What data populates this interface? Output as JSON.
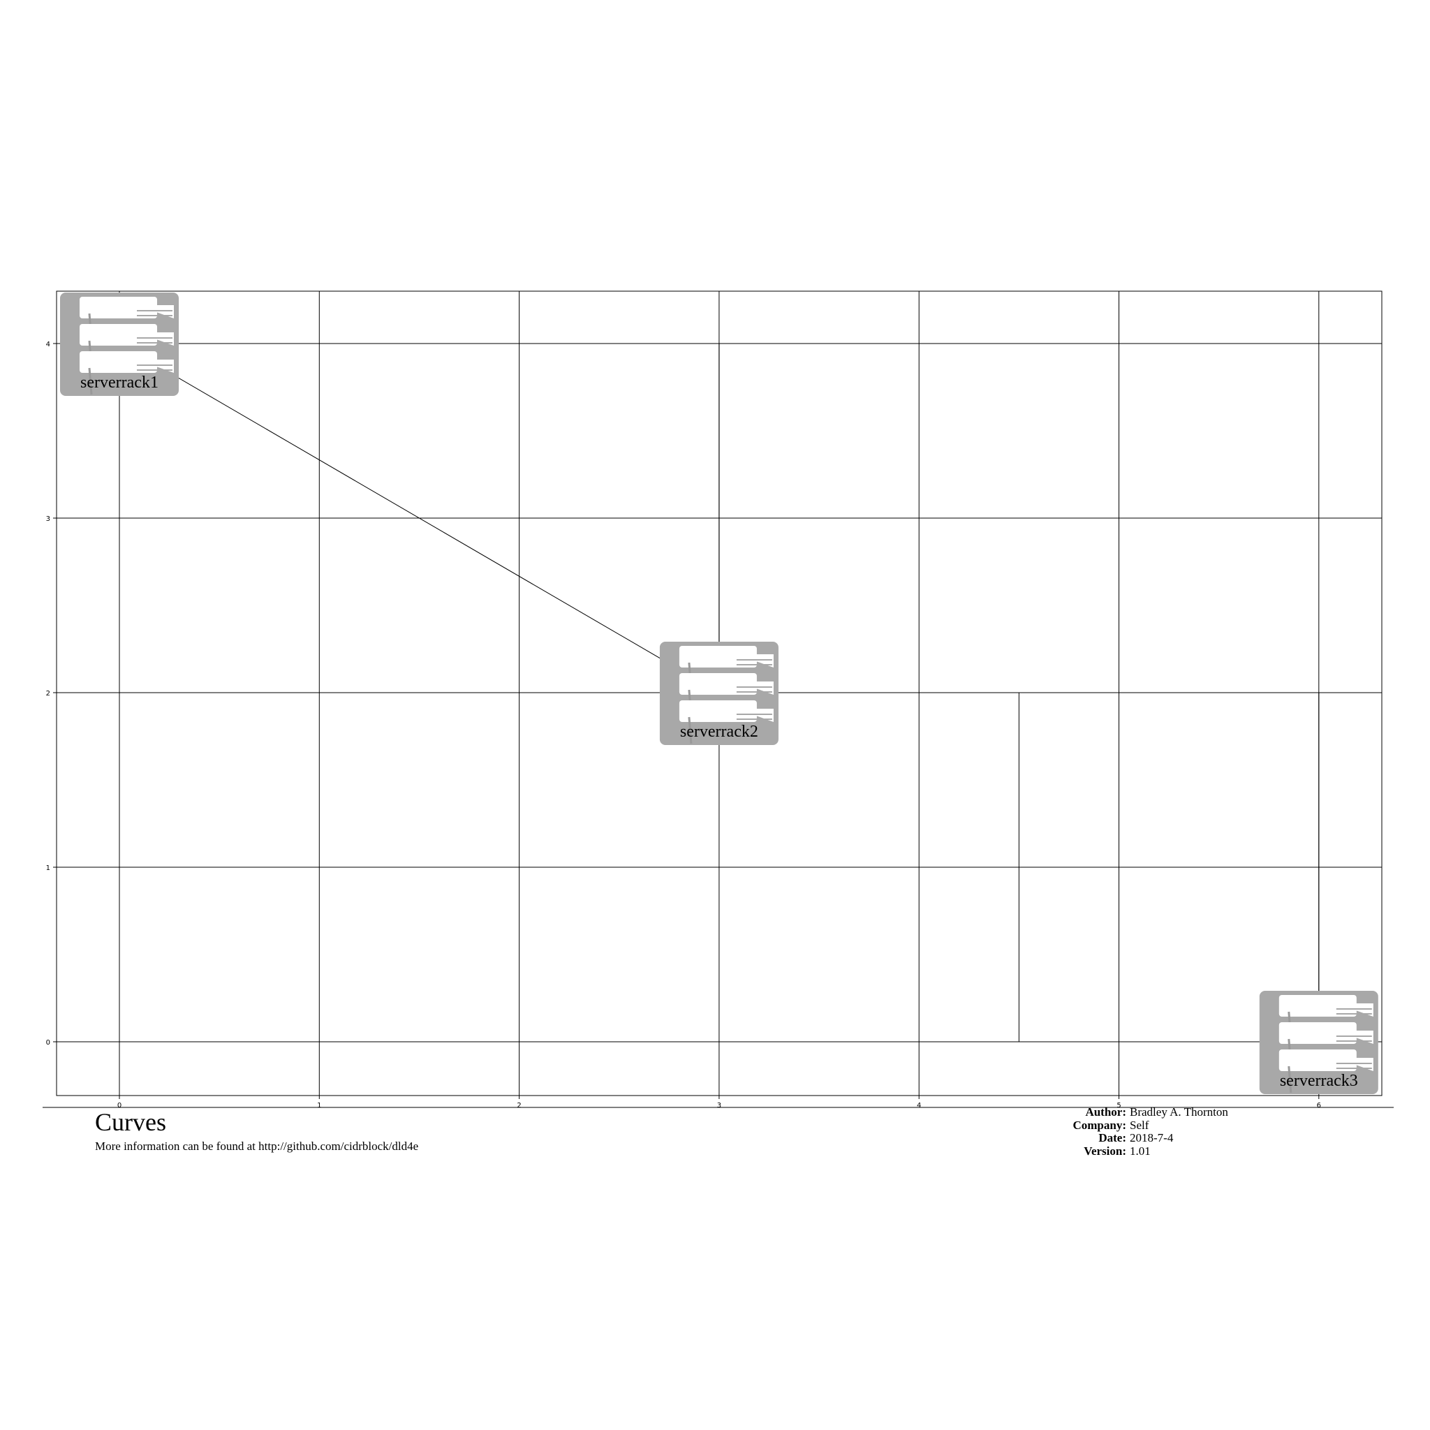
{
  "diagram": {
    "title": "Curves",
    "subtitle": "More information can be found at http://github.com/cidrblock/dld4e",
    "metadata": [
      {
        "key": "Author:",
        "value": "Bradley A. Thornton"
      },
      {
        "key": "Company:",
        "value": "Self"
      },
      {
        "key": "Date:",
        "value": "2018-7-4"
      },
      {
        "key": "Version:",
        "value": "1.01"
      }
    ],
    "x_ticks": [
      "0",
      "1",
      "2",
      "3",
      "4",
      "5",
      "6"
    ],
    "y_ticks": [
      "0",
      "1",
      "2",
      "3",
      "4"
    ],
    "grid": true,
    "icon_color": "#a8a8a8",
    "nodes": [
      {
        "id": "serverrack1",
        "label": "serverrack1",
        "icon": "server-rack-icon",
        "x": 0,
        "y": 4
      },
      {
        "id": "serverrack2",
        "label": "serverrack2",
        "icon": "server-rack-icon",
        "x": 3,
        "y": 2
      },
      {
        "id": "serverrack3",
        "label": "serverrack3",
        "icon": "server-rack-icon",
        "x": 6,
        "y": 0
      }
    ],
    "connections": [
      {
        "from": "serverrack1",
        "to": "serverrack2",
        "curve": "straight"
      },
      {
        "from": "serverrack1",
        "to": "serverrack2",
        "curve": "elbow-horizontal-first"
      },
      {
        "from": "serverrack1",
        "to": "serverrack2",
        "curve": "elbow-vertical-first"
      },
      {
        "from": "serverrack2",
        "to": "serverrack3",
        "curve": "step-at-midpoint"
      },
      {
        "from": "serverrack2",
        "to": "serverrack3",
        "curve": "elbow-horizontal-first"
      }
    ]
  }
}
